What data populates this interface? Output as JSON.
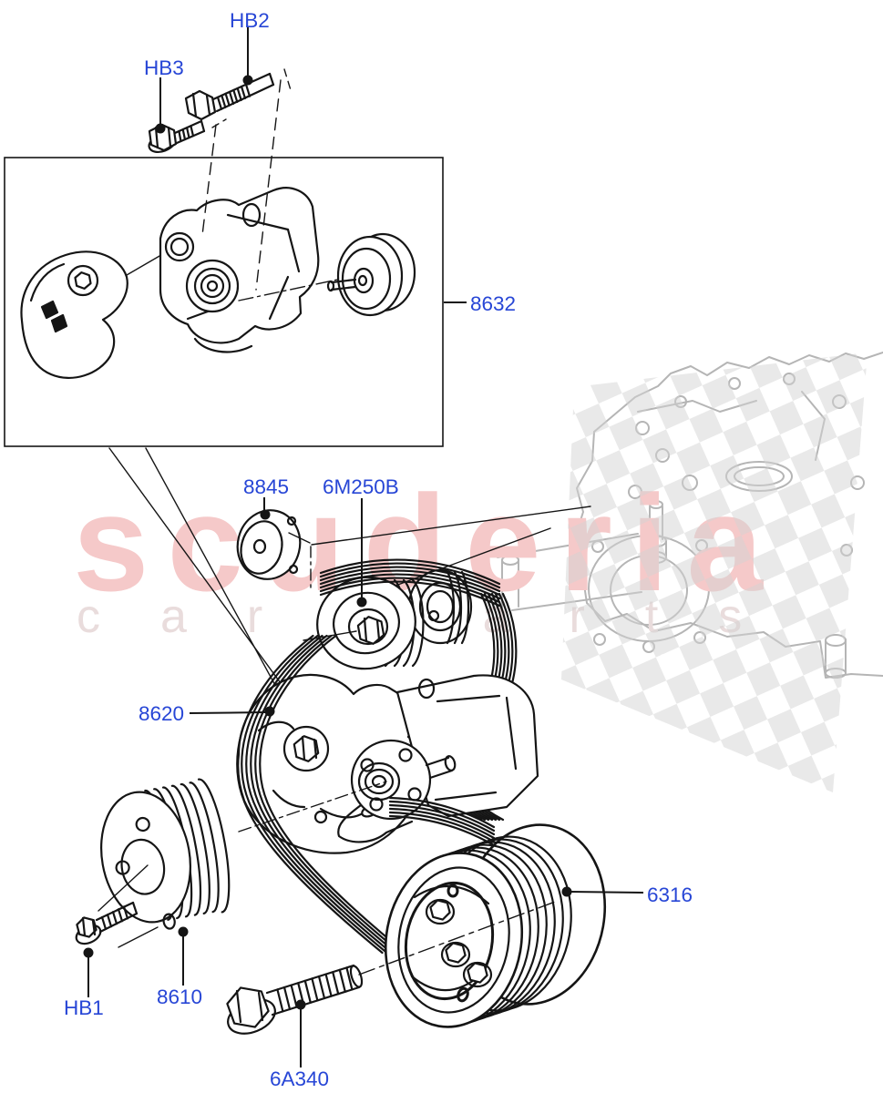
{
  "watermark": {
    "brand": "scuderia",
    "subtitle": "car parts"
  },
  "colors": {
    "label_blue": "#2746d6",
    "line_black": "#151515",
    "engine_gray": "#b5b5b5",
    "watermark_pink": "#f5c9c9",
    "watermark_subtitle_gray": "#e9dcdc",
    "checker_gray": "#d2d2d2",
    "background": "#ffffff"
  },
  "callouts": {
    "hb2": {
      "label": "HB2"
    },
    "hb3": {
      "label": "HB3"
    },
    "p8632": {
      "label": "8632"
    },
    "p8845": {
      "label": "8845"
    },
    "p6m250b": {
      "label": "6M250B"
    },
    "p8620": {
      "label": "8620"
    },
    "p6316": {
      "label": "6316"
    },
    "hb1": {
      "label": "HB1"
    },
    "p8610": {
      "label": "8610"
    },
    "p6a340": {
      "label": "6A340"
    }
  }
}
